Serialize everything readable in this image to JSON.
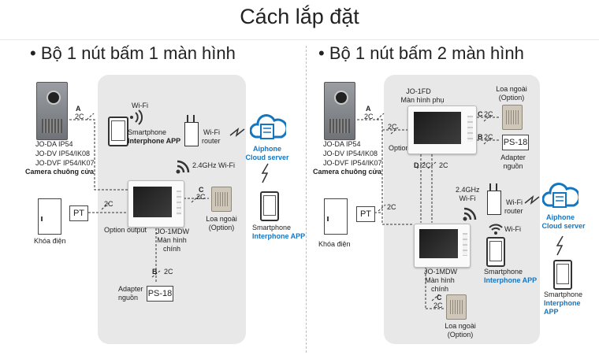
{
  "title": "Cách lắp đặt",
  "left": {
    "heading": "Bộ 1 nút bấm 1 màn hình",
    "wifi_top": "Wi-Fi",
    "smartphone": "Smartphone",
    "interphone_app": "Interphone APP",
    "wifi_router": [
      "Wi-Fi",
      "router"
    ],
    "cloud": [
      "Aiphone",
      "Cloud server"
    ],
    "wifi_band": "2.4GHz Wi-Fi",
    "cam_models": [
      "JO-DA   IP54",
      "JO-DV   IP54/IK08",
      "JO-DVF IP54/IK07"
    ],
    "cam_name": "Camera chuông cửa",
    "lock": "Khóa điện",
    "pt": "PT",
    "option_output": "Option output",
    "monitor": [
      "JO-1MDW",
      "Màn hình",
      "chính"
    ],
    "speaker": [
      "Loa ngoài",
      "(Option)"
    ],
    "adapter": [
      "Adapter",
      "nguồn"
    ],
    "ps18": "PS-18",
    "wire_a": "A",
    "wire_b": "B",
    "wire_c": "C",
    "two_c": "2C",
    "phone2": "Smartphone",
    "phone2_app": "Interphone APP"
  },
  "right": {
    "heading": "Bộ 1 nút bấm 2 màn hình",
    "sub_monitor": [
      "JO-1FD",
      "Màn hình phụ"
    ],
    "speaker_top": [
      "Loa ngoài",
      "(Option)"
    ],
    "ps18": "PS-18",
    "adapter": [
      "Adapter",
      "nguồn"
    ],
    "cam_models": [
      "JO-DA   IP54",
      "JO-DV   IP54/IK08",
      "JO-DVF IP54/IK07"
    ],
    "cam_name": "Camera chuông cửa",
    "option_output": "Option output",
    "lock": "Khóa điện",
    "pt": "PT",
    "wifi_band": [
      "2.4GHz",
      "Wi-Fi"
    ],
    "wifi_router": [
      "Wi-Fi",
      "router"
    ],
    "cloud": [
      "Aiphone",
      "Cloud server"
    ],
    "wifi": "Wi-Fi",
    "smartphone": "Smartphone",
    "interphone_app": "Interphone APP",
    "monitor": [
      "JO-1MDW",
      "Màn hình",
      "chính"
    ],
    "speaker_bottom": [
      "Loa ngoài",
      "(Option)"
    ],
    "phone2": "Smartphone",
    "phone2_app": [
      "Interphone",
      "APP"
    ],
    "wire_a": "A",
    "wire_b": "B",
    "wire_c": "C",
    "wire_d": "D",
    "two_c": "2C"
  },
  "colors": {
    "panel": "#e8e8e9",
    "accent_blue": "#1576c0"
  }
}
